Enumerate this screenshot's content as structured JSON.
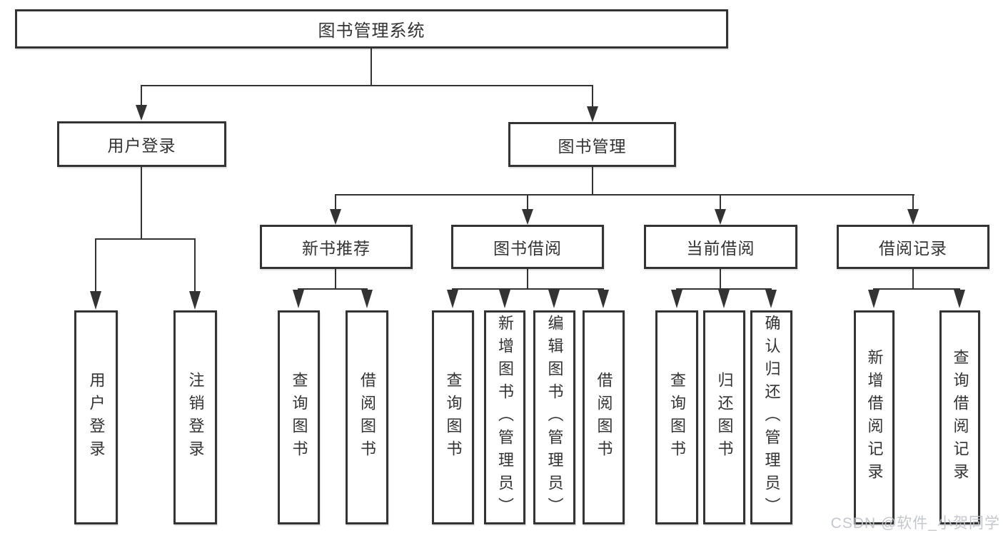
{
  "colors": {
    "line": "#333333",
    "box_border": "#333333",
    "box_fill": "#ffffff",
    "text": "#333333",
    "watermark_text": "#bfc3c9",
    "background": "#ffffff"
  },
  "tree": {
    "root": {
      "label": "图书管理系统"
    },
    "branches": [
      {
        "label": "用户登录",
        "children": [
          {
            "label": "用户登录"
          },
          {
            "label": "注销登录"
          }
        ]
      },
      {
        "label": "图书管理",
        "children": [
          {
            "label": "新书推荐",
            "children": [
              {
                "label": "查询图书"
              },
              {
                "label": "借阅图书"
              }
            ]
          },
          {
            "label": "图书借阅",
            "children": [
              {
                "label": "查询图书"
              },
              {
                "label": "新增图书（管理员）"
              },
              {
                "label": "编辑图书（管理员）"
              },
              {
                "label": "借阅图书"
              }
            ]
          },
          {
            "label": "当前借阅",
            "children": [
              {
                "label": "查询图书"
              },
              {
                "label": "归还图书"
              },
              {
                "label": "确认归还（管理员）"
              }
            ]
          },
          {
            "label": "借阅记录",
            "children": [
              {
                "label": "新增借阅记录"
              },
              {
                "label": "查询借阅记录"
              }
            ]
          }
        ]
      }
    ]
  },
  "watermark": "CSDN @软件_小贺同学"
}
